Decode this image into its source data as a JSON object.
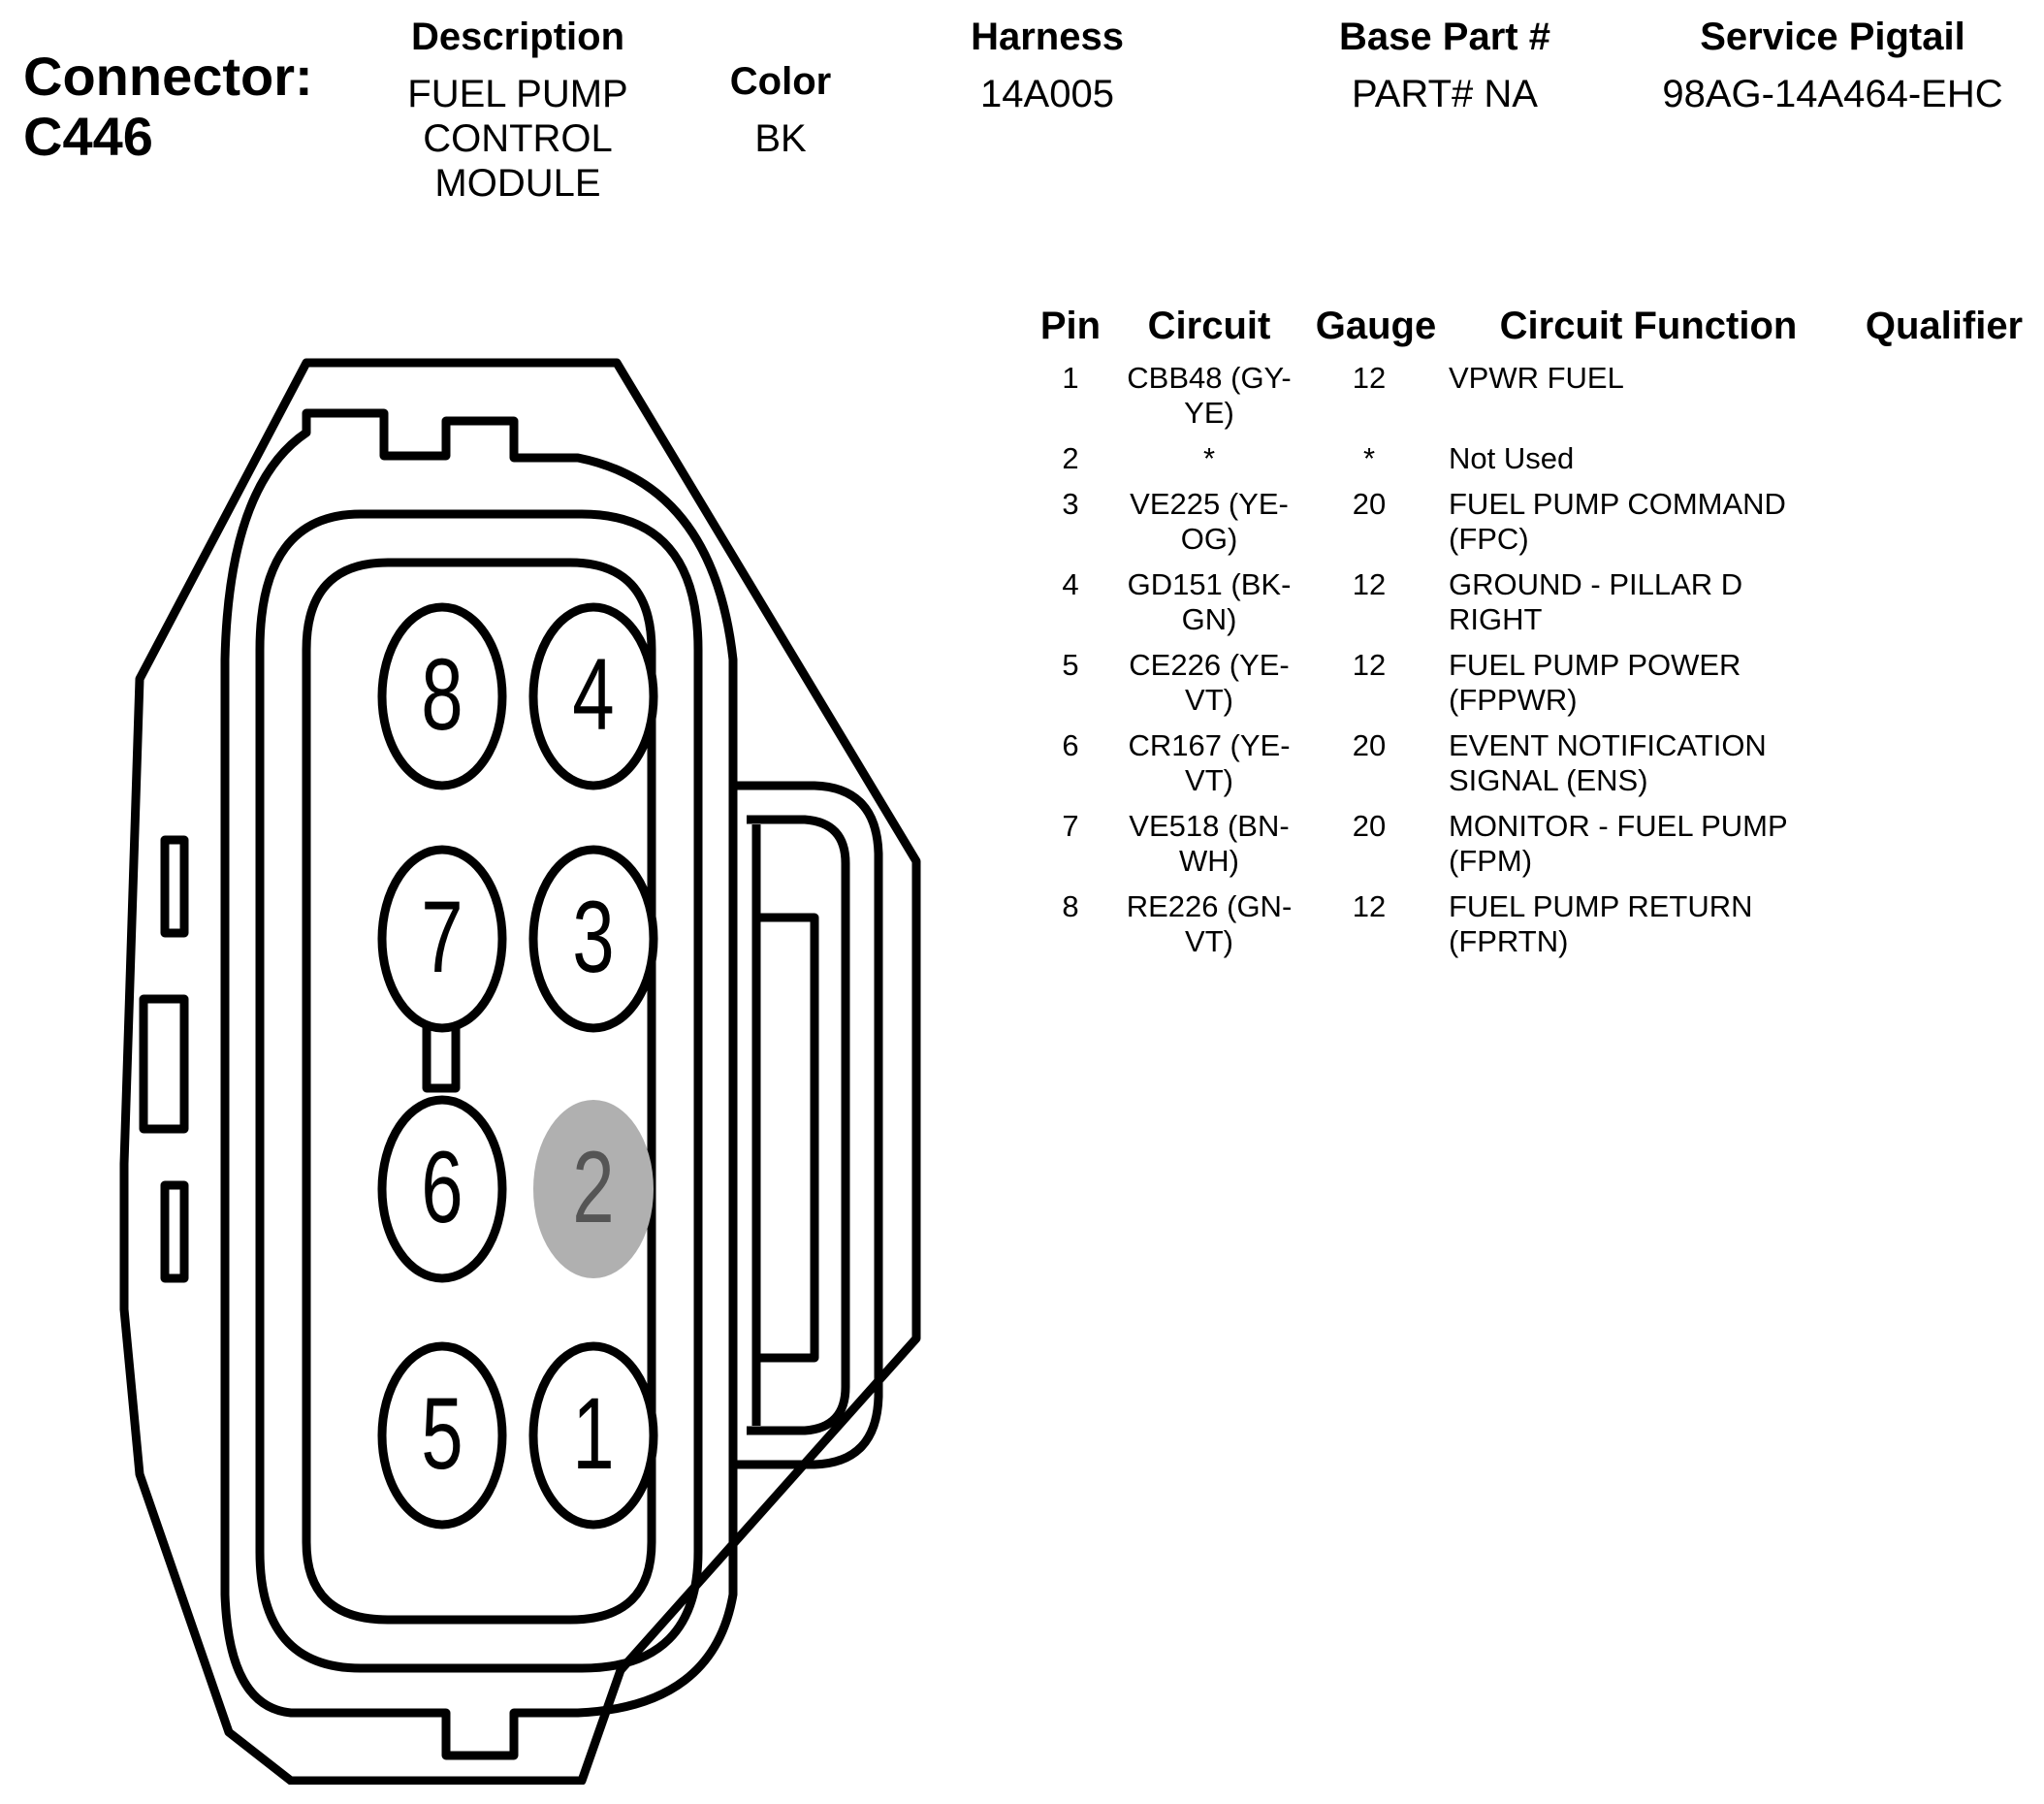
{
  "connector": {
    "label": "Connector:",
    "id": "C446"
  },
  "header": {
    "description": {
      "label": "Description",
      "lines": [
        "FUEL PUMP",
        "CONTROL",
        "MODULE"
      ]
    },
    "color": {
      "label": "Color",
      "value": "BK"
    },
    "harness": {
      "label": "Harness",
      "value": "14A005"
    },
    "base_part": {
      "label": "Base Part #",
      "value": "PART# NA"
    },
    "service_pigtail": {
      "label": "Service Pigtail",
      "value": "98AG-14A464-EHC"
    }
  },
  "pin_table": {
    "headers": {
      "pin": "Pin",
      "circuit": "Circuit",
      "gauge": "Gauge",
      "function": "Circuit Function",
      "qualifier": "Qualifier"
    },
    "rows": [
      {
        "pin": "1",
        "circuit": [
          "CBB48 (GY-",
          "YE)"
        ],
        "gauge": "12",
        "function": [
          "VPWR FUEL"
        ],
        "qualifier": ""
      },
      {
        "pin": "2",
        "circuit": [
          "*"
        ],
        "gauge": "*",
        "function": [
          "Not Used"
        ],
        "qualifier": ""
      },
      {
        "pin": "3",
        "circuit": [
          "VE225 (YE-",
          "OG)"
        ],
        "gauge": "20",
        "function": [
          "FUEL PUMP COMMAND",
          "(FPC)"
        ],
        "qualifier": ""
      },
      {
        "pin": "4",
        "circuit": [
          "GD151 (BK-",
          "GN)"
        ],
        "gauge": "12",
        "function": [
          "GROUND - PILLAR D",
          "RIGHT"
        ],
        "qualifier": ""
      },
      {
        "pin": "5",
        "circuit": [
          "CE226 (YE-",
          "VT)"
        ],
        "gauge": "12",
        "function": [
          "FUEL PUMP POWER",
          "(FPPWR)"
        ],
        "qualifier": ""
      },
      {
        "pin": "6",
        "circuit": [
          "CR167 (YE-",
          "VT)"
        ],
        "gauge": "20",
        "function": [
          "EVENT NOTIFICATION",
          "SIGNAL (ENS)"
        ],
        "qualifier": ""
      },
      {
        "pin": "7",
        "circuit": [
          "VE518 (BN-",
          "WH)"
        ],
        "gauge": "20",
        "function": [
          "MONITOR - FUEL PUMP",
          "(FPM)"
        ],
        "qualifier": ""
      },
      {
        "pin": "8",
        "circuit": [
          "RE226 (GN-",
          "VT)"
        ],
        "gauge": "12",
        "function": [
          "FUEL PUMP RETURN",
          "(FPRTN)"
        ],
        "qualifier": ""
      }
    ]
  },
  "diagram": {
    "pin_labels": [
      "8",
      "4",
      "7",
      "3",
      "6",
      "2",
      "5",
      "1"
    ],
    "unused_pin": "2",
    "unused_pin_color": "#b0b0b0",
    "unused_pin_text_color": "#555555"
  }
}
